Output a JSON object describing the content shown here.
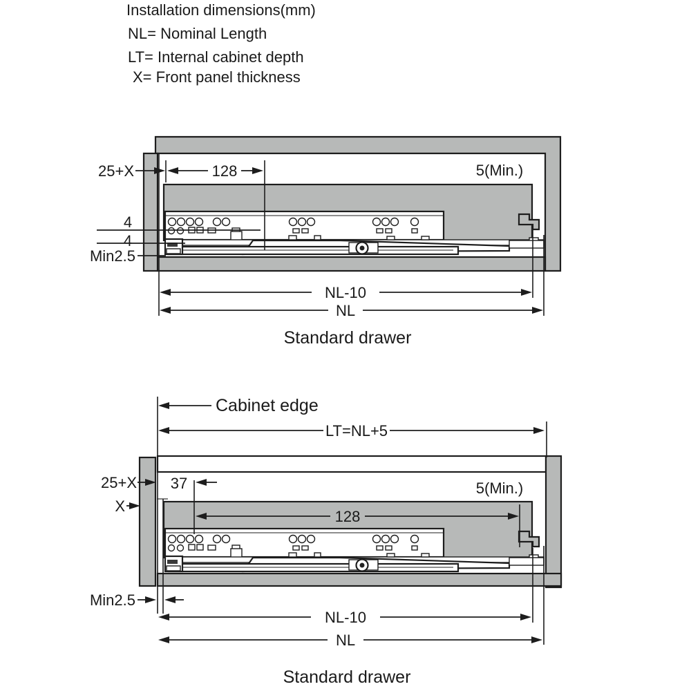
{
  "legend": {
    "title": "Installation dimensions(mm)",
    "nl": "NL= Nominal Length",
    "lt": "LT= Internal cabinet depth",
    "x": "X= Front panel thickness"
  },
  "top": {
    "front_offset": "25+X",
    "hole_pitch": "128",
    "rear_clearance": "5(Min.)",
    "thickness_top": "4",
    "thickness_bottom": "4",
    "bottom_gap": "Min2.5",
    "slide_length": "NL-10",
    "nominal_length": "NL",
    "caption": "Standard drawer"
  },
  "bottom": {
    "cabinet_edge": "Cabinet edge",
    "internal_depth": "LT=NL+5",
    "front_offset": "25+X",
    "first_hole": "37",
    "panel_thickness": "X",
    "hole_pitch": "128",
    "rear_clearance": "5(Min.)",
    "front_gap": "Min2.5",
    "slide_length": "NL-10",
    "nominal_length": "NL",
    "caption": "Standard drawer"
  },
  "colors": {
    "panel_gray": "#b7b9b8",
    "outline": "#1d1d1d",
    "background": "#ffffff"
  }
}
